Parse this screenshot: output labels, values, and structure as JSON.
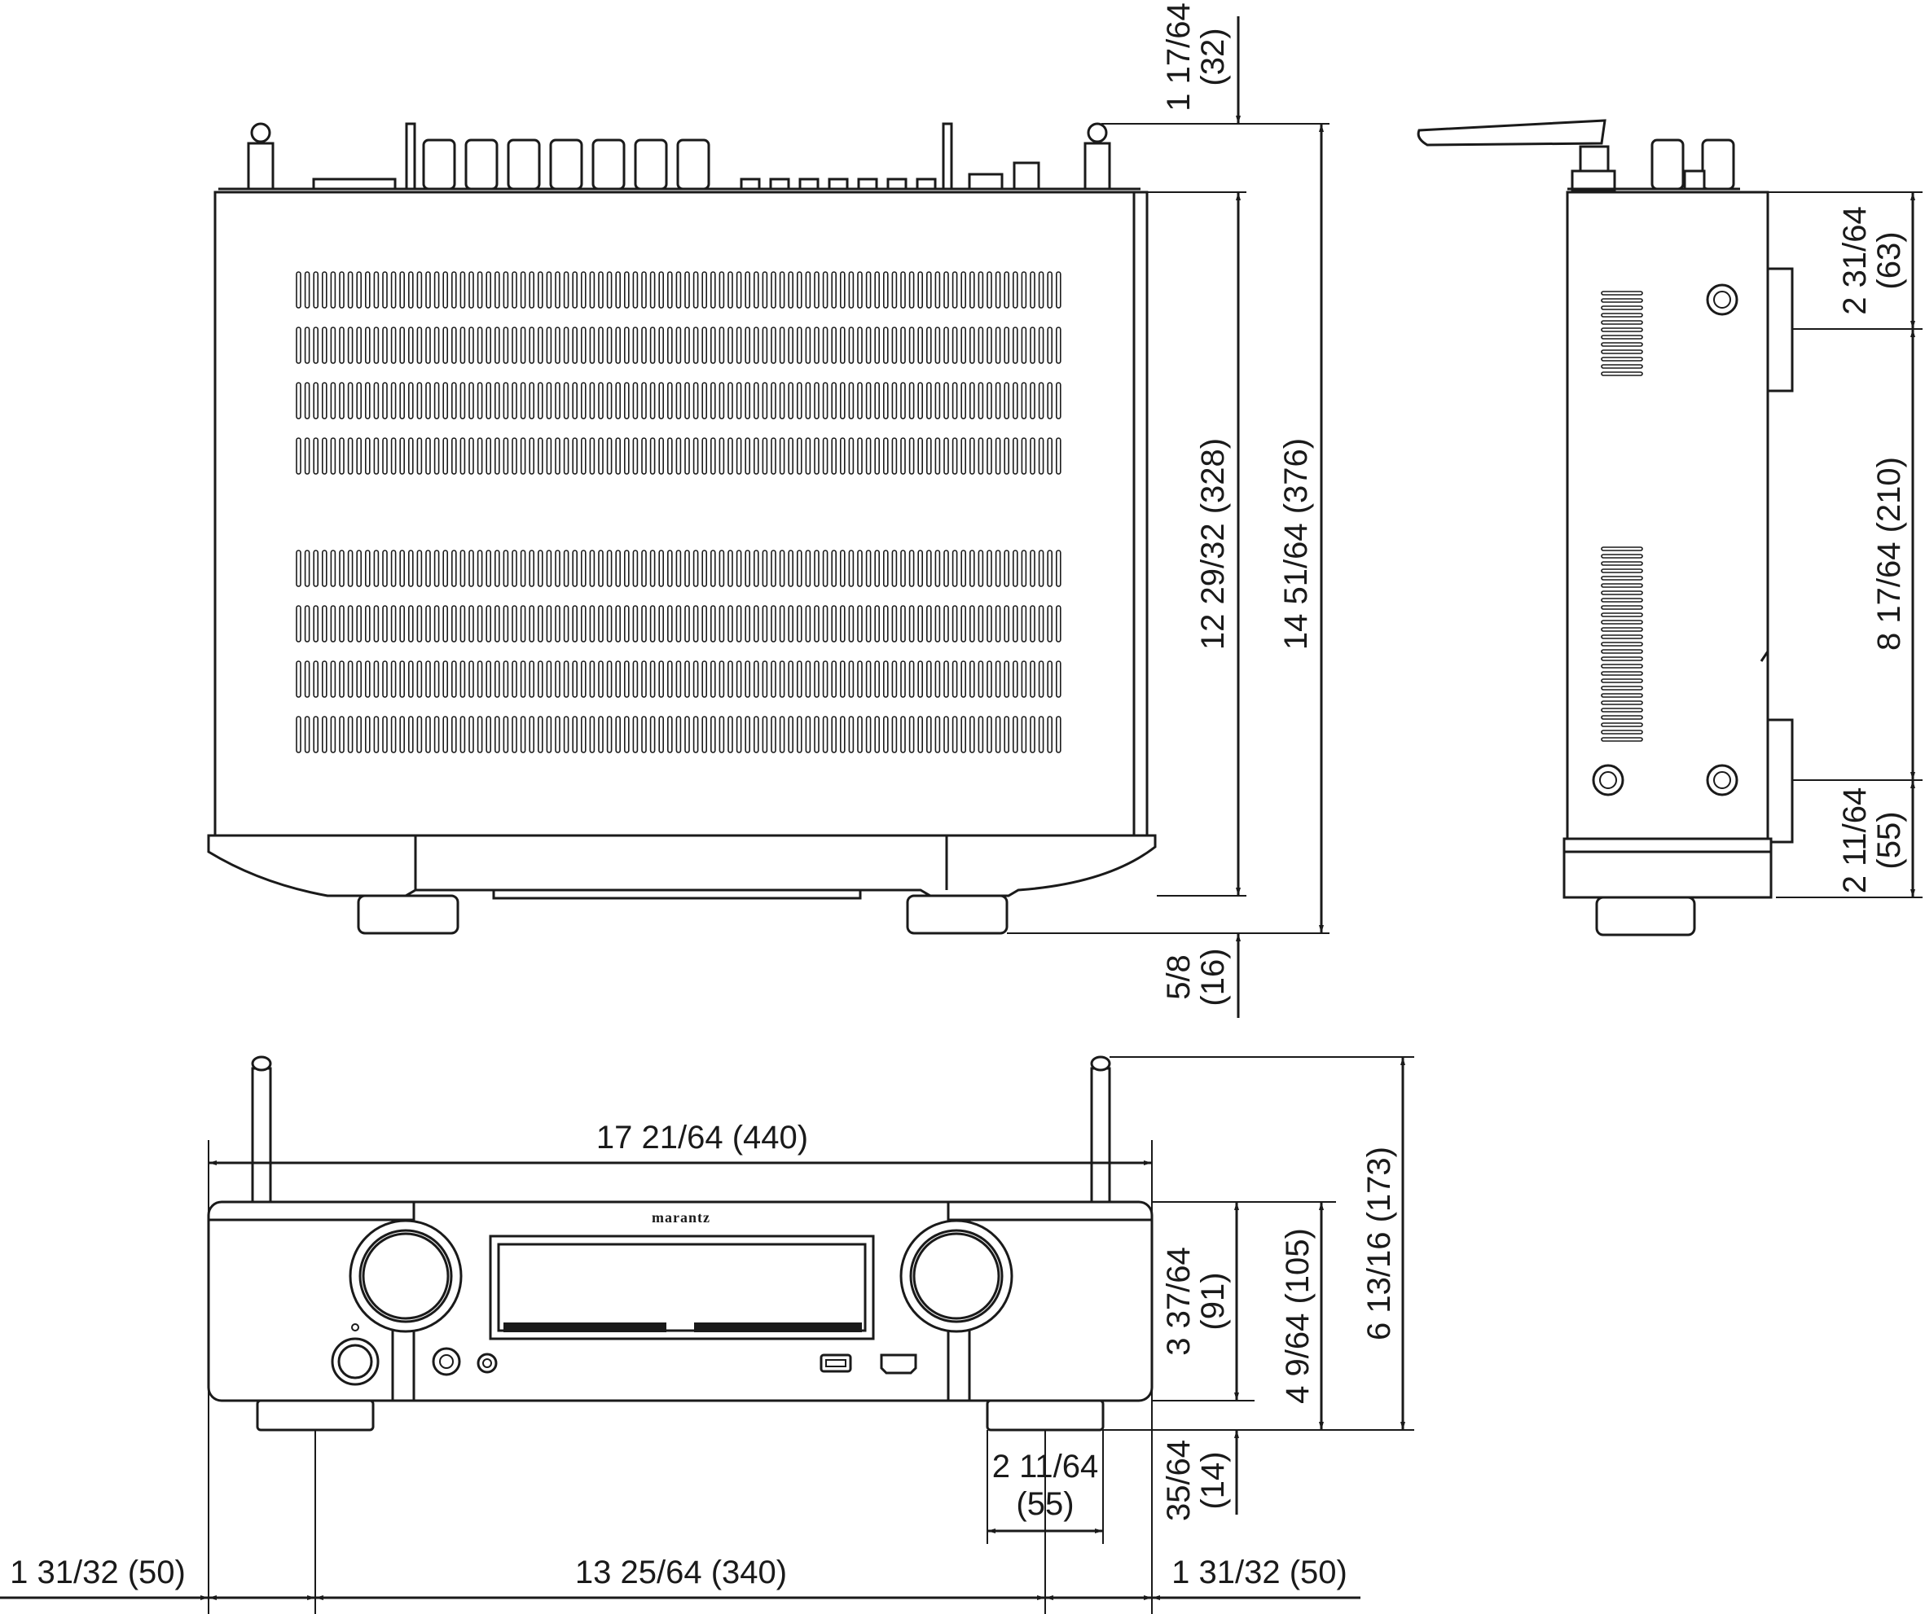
{
  "brand": "marantz",
  "dimensions": {
    "top_antenna_offset": "1 17/64",
    "top_antenna_offset_mm": "(32)",
    "depth_body": "12 29/32 (328)",
    "depth_total": "14 51/64 (376)",
    "foot_depth": "5/8",
    "foot_depth_mm": "(16)",
    "side_front": "2 31/64",
    "side_front_mm": "(63)",
    "side_middle": "8 17/64 (210)",
    "side_rear": "2 11/64",
    "side_rear_mm": "(55)",
    "width": "17 21/64 (440)",
    "height_body": "3 37/64",
    "height_body_mm": "(91)",
    "height_with_feet": "4 9/64 (105)",
    "height_total": "6 13/16 (173)",
    "foot_height": "35/64",
    "foot_height_mm": "(14)",
    "foot_width": "2 11/64",
    "foot_width_mm": "(55)",
    "foot_offset_left": "1 31/32 (50)",
    "foot_spacing": "13 25/64 (340)",
    "foot_offset_right": "1 31/32 (50)"
  }
}
